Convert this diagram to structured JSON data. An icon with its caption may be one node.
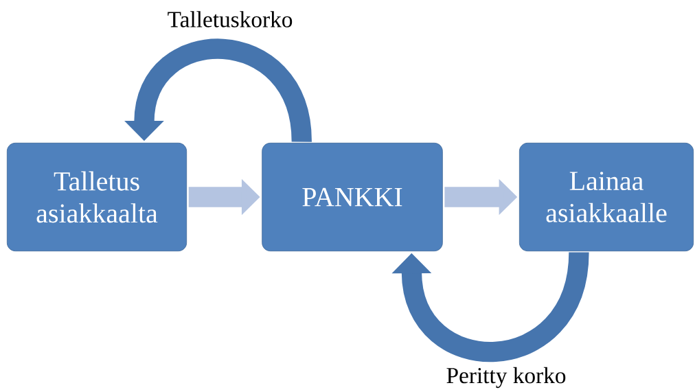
{
  "diagram": {
    "nodes": [
      {
        "text": [
          "Talletus asiakkaalta"
        ]
      },
      {
        "text": [
          "PANKKI"
        ]
      },
      {
        "text": [
          "Lainaa asiakkaalle"
        ]
      }
    ],
    "edges": [
      {
        "from": 0,
        "to": 1,
        "arrow": "to",
        "color": "#b4c4e1"
      },
      {
        "from": 1,
        "to": 2,
        "arrow": "to",
        "color": "#b4c4e1"
      },
      {
        "from": 1,
        "to": 0,
        "arrow": "to",
        "label": "Talletuskorko",
        "color": "#4675ae"
      },
      {
        "from": 2,
        "to": 1,
        "arrow": "to",
        "label": "Peritty korko",
        "color": "#4675ae"
      }
    ]
  }
}
